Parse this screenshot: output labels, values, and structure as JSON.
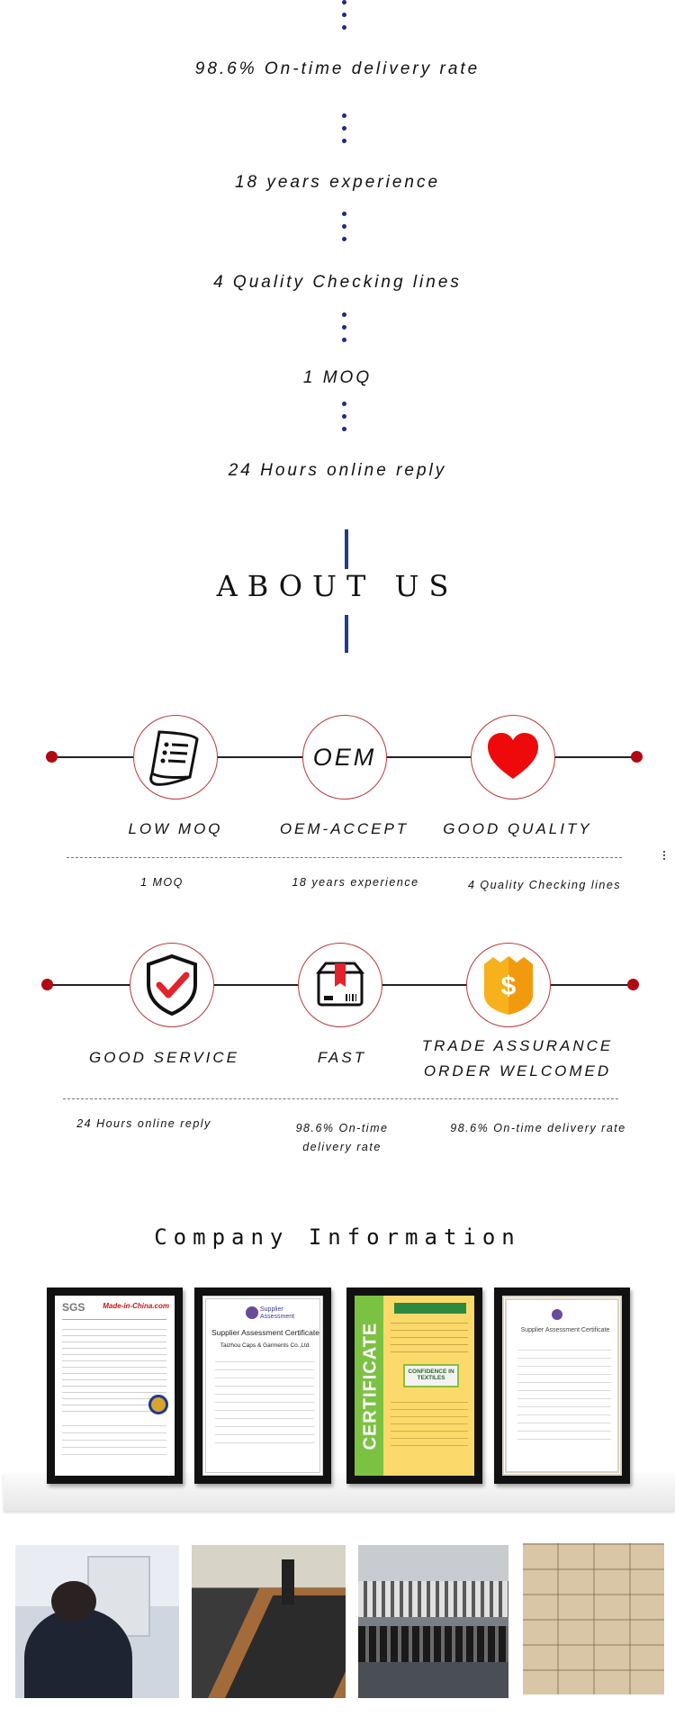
{
  "stats": [
    "98.6% On-time delivery rate",
    "18 years experience",
    "4 Quality Checking lines",
    "1 MOQ",
    "24 Hours online reply"
  ],
  "about": {
    "title": "ABOUT US"
  },
  "features_row1": {
    "oem_badge": "OEM",
    "labels": [
      "LOW MOQ",
      "OEM-ACCEPT",
      "GOOD QUALITY"
    ],
    "details": [
      "1 MOQ",
      "18 years experience",
      "4 Quality Checking lines"
    ]
  },
  "features_row2": {
    "labels": [
      "GOOD SERVICE",
      "FAST",
      "TRADE ASSURANCE",
      "ORDER WELCOMED"
    ],
    "details": [
      "24 Hours online reply",
      "98.6% On-time",
      "delivery rate",
      "98.6% On-time delivery rate"
    ]
  },
  "company": {
    "title": "Company Information",
    "certificates": [
      {
        "brand": "SGS",
        "logo": "Made-in-China.com"
      },
      {
        "title": "Supplier Assessment",
        "subtitle": "Supplier Assessment Certificate",
        "company": "Taizhou Caps & Garments Co.,Ltd."
      },
      {
        "side_text": "CERTIFICATE",
        "badge": "CONFIDENCE IN TEXTILES"
      },
      {
        "title": "Supplier Assessment Certificate"
      }
    ]
  },
  "colors": {
    "accent_red": "#b00914",
    "dot_blue": "#1e2a85",
    "bar_blue": "#1f3b8e"
  }
}
